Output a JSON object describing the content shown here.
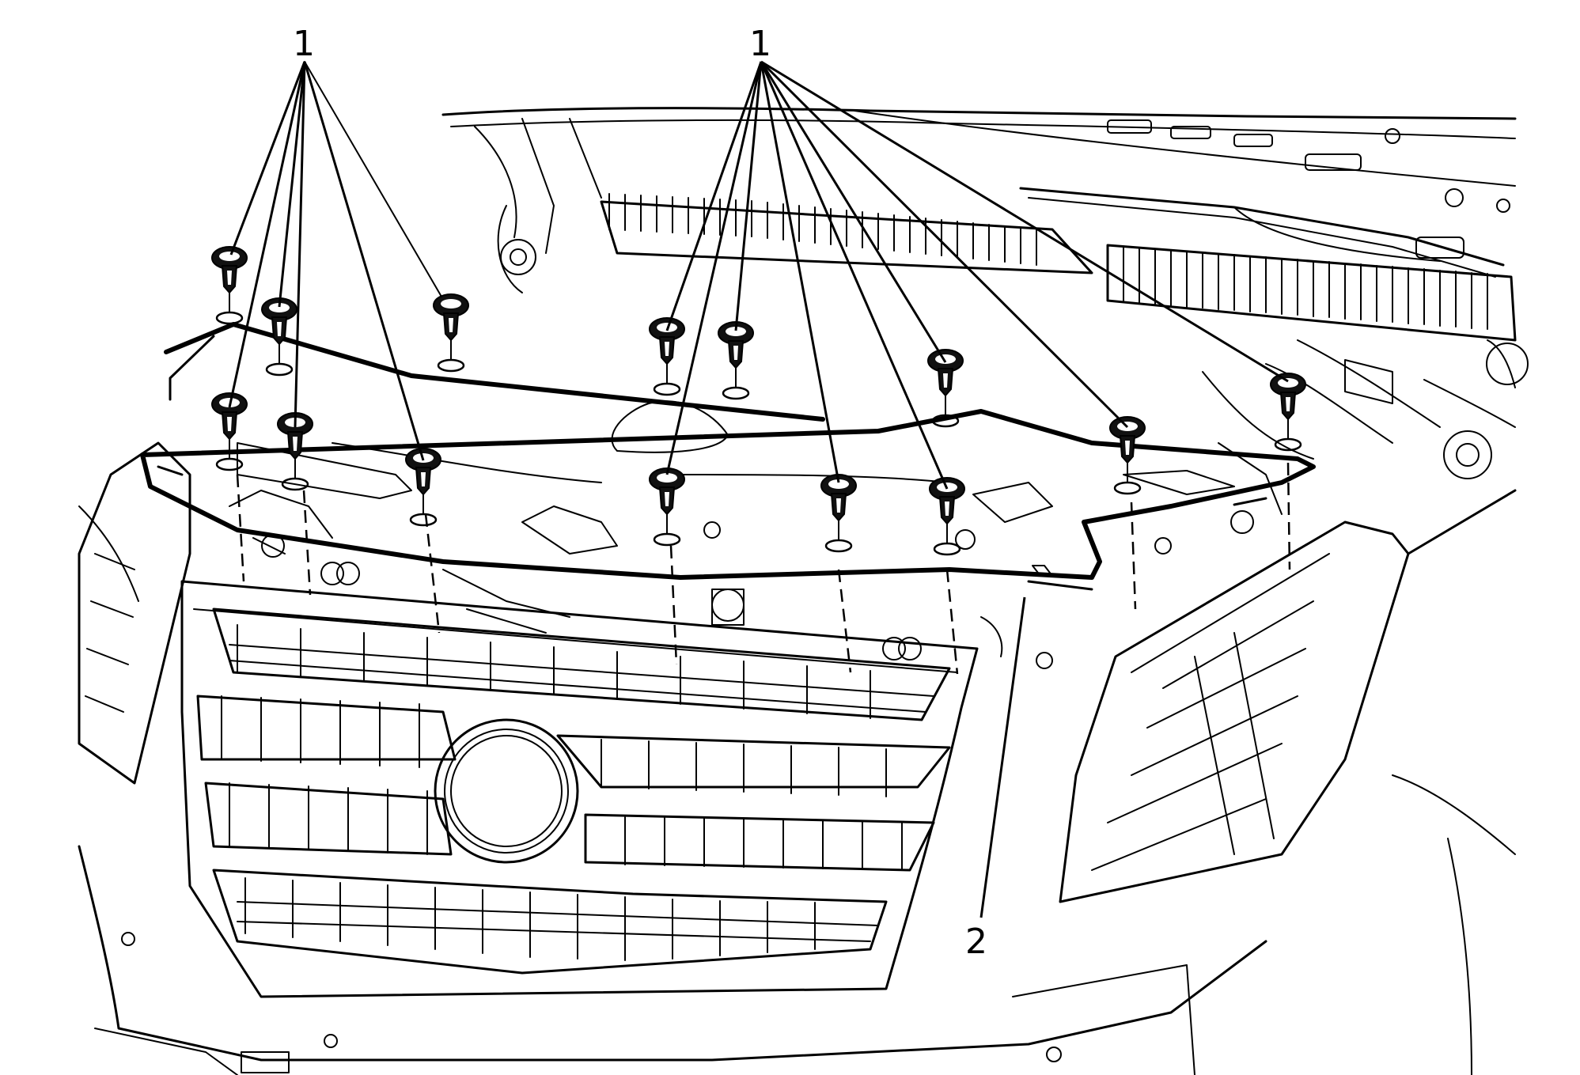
{
  "callouts": {
    "left_group": "1",
    "right_group": "1",
    "part_2": "2"
  },
  "icons": {
    "push_pin_retainer": "push-pin-retainer-icon",
    "sight_shield": "sight-shield-panel",
    "grille": "front-grille",
    "emblem": "grille-emblem"
  },
  "colors": {
    "line": "#000000",
    "background": "#ffffff"
  }
}
